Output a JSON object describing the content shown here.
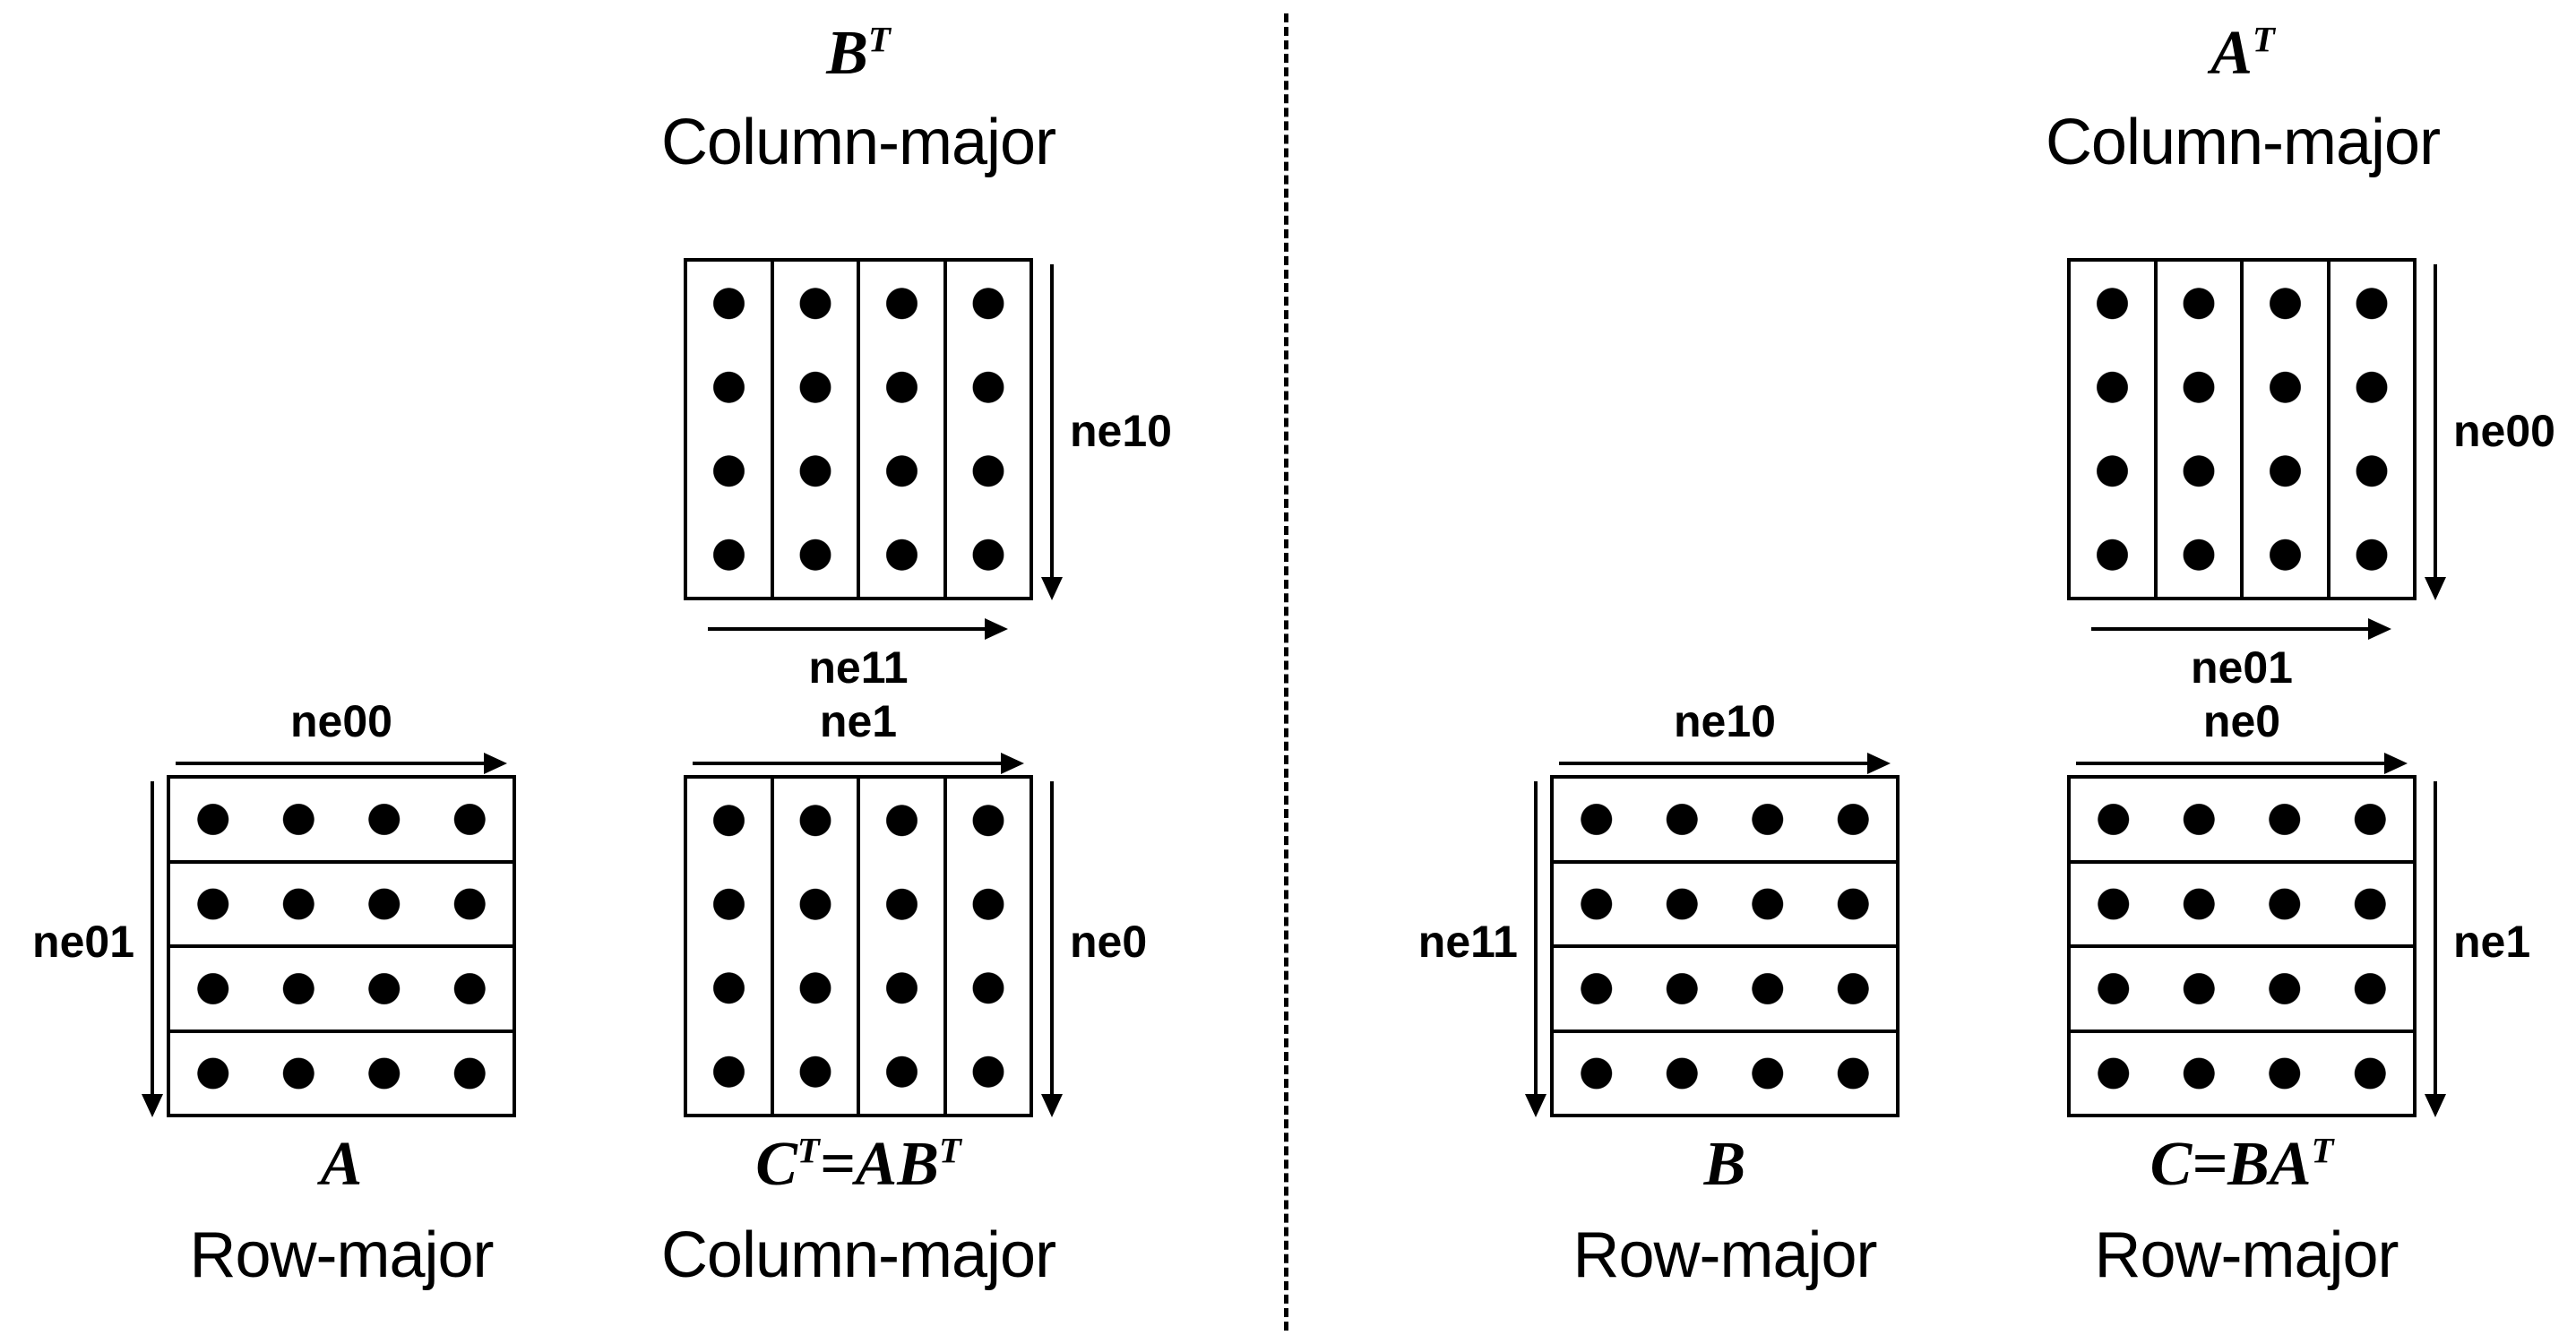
{
  "grid": {
    "rows": 4,
    "cols": 4,
    "dots_per_cell": 4
  },
  "colors": {
    "foreground": "#000000",
    "background": "#ffffff"
  },
  "left": {
    "top": {
      "math": "B^T",
      "layout": "Column-major",
      "labels": {
        "right": "ne10",
        "bottom": "ne11"
      }
    },
    "bottom_left": {
      "math": "A",
      "layout": "Row-major",
      "labels": {
        "top": "ne00",
        "left": "ne01"
      }
    },
    "bottom_right": {
      "math": "C^T=AB^T",
      "layout": "Column-major",
      "labels": {
        "top": "ne1",
        "right": "ne0"
      }
    }
  },
  "right": {
    "top": {
      "math": "A^T",
      "layout": "Column-major",
      "labels": {
        "right": "ne00",
        "bottom": "ne01"
      }
    },
    "bottom_left": {
      "math": "B",
      "layout": "Row-major",
      "labels": {
        "top": "ne10",
        "left": "ne11"
      }
    },
    "bottom_right": {
      "math": "C=BA^T",
      "layout": "Row-major",
      "labels": {
        "top": "ne0",
        "right": "ne1"
      }
    }
  }
}
